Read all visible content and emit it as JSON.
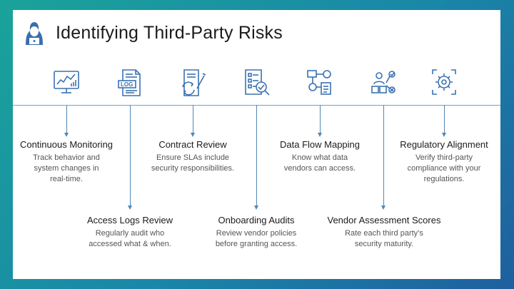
{
  "title": "Identifying Third-Party Risks",
  "icons": [
    "monitor-chart-icon",
    "log-file-icon",
    "contract-cycle-icon",
    "audit-document-icon",
    "data-flow-icon",
    "assessment-cubes-icon",
    "compliance-gear-icon"
  ],
  "items": [
    {
      "heading": "Continuous Monitoring",
      "desc_lines": [
        "Track behavior and",
        "system changes in",
        "real-time."
      ]
    },
    {
      "heading": "Access Logs Review",
      "desc_lines": [
        "Regularly audit who",
        "accessed what & when."
      ]
    },
    {
      "heading": "Contract Review",
      "desc_lines": [
        "Ensure SLAs include",
        "security responsibilities."
      ]
    },
    {
      "heading": "Onboarding Audits",
      "desc_lines": [
        "Review vendor policies",
        "before granting access."
      ]
    },
    {
      "heading": "Data Flow Mapping",
      "desc_lines": [
        "Know what data",
        "vendors can access."
      ]
    },
    {
      "heading": "Vendor Assessment Scores",
      "desc_lines": [
        "Rate each third party’s",
        "security maturity."
      ]
    },
    {
      "heading": "Regulatory Alignment",
      "desc_lines": [
        "Verify third-party",
        "compliance with your",
        "regulations."
      ]
    }
  ],
  "colors": {
    "accent": "#3a72b0",
    "line": "#4f87b8",
    "bg_gradient_start": "#1aa39a",
    "bg_gradient_end": "#1f5f9e"
  }
}
